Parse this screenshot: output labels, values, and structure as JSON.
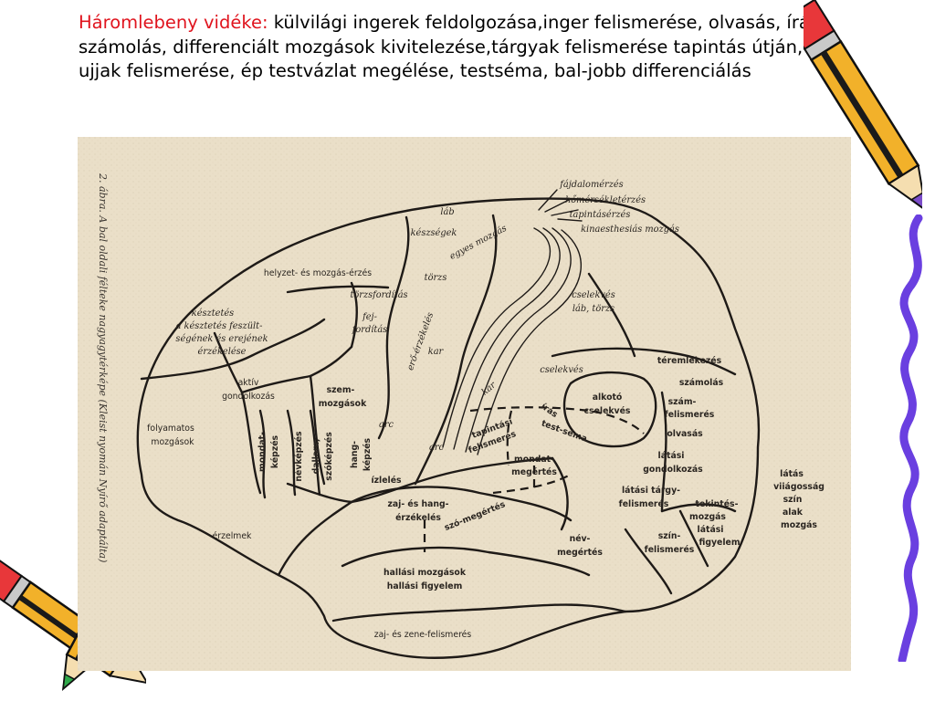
{
  "title": {
    "highlight": "Háromlebeny vidéke:",
    "text": " külvilági ingerek feldolgozása,inger felismerése, olvasás, írás, számolás, differenciált mozgások kivitelezése,tárgyak felismerése tapintás útján, ujjak felismerése, ép testvázlat megélése, testséma, bal-jobb differenciálás"
  },
  "figure": {
    "caption": "2. ábra. A bal oldali félteke nagyagytérképe (Kleist nyomán Nyírő adaptálta)",
    "labels": {
      "fajdalom": "fájdalomérzés",
      "homerseklet": "hőmérsékletérzés",
      "tapintas": "tapintásérzés",
      "kinaesth": "kinaesthesiás mozgás",
      "lab": "láb",
      "keszsegek": "készségek",
      "egyes_mozgas": "egyes mozgás",
      "helyzet": "helyzet- és mozgás-érzés",
      "torzs": "törzs",
      "torzsforditas": "törzsfordítás",
      "fej1": "fej-",
      "fej2": "fordítás",
      "kesztetes1": "késztetés",
      "kesztetes2": "a késztetés feszült-",
      "kesztetes3": "ségének és erejének",
      "kesztetes4": "érzékelése",
      "ero": "erő-érzékelés",
      "kar1": "kar",
      "cselekves_lab1": "cselekvés",
      "cselekves_lab2": "láb, törzs",
      "teremlek": "téremlékezés",
      "szamolas": "számolás",
      "aktiv1": "aktív",
      "aktiv2": "gondolkozás",
      "szem1": "szem-",
      "szem2": "mozgások",
      "cselekves2": "cselekvés",
      "kar2": "kar",
      "alkoto1": "alkotó",
      "alkoto2": "cselekvés",
      "szamfel1": "szám-",
      "szamfel2": "felismerés",
      "olvasas": "olvasás",
      "iras": "írás",
      "testsema": "test-séma",
      "folyamatos1": "folyamatos",
      "folyamatos2": "mozgások",
      "mondat1": "mondat-",
      "mondat2": "képzés",
      "nevkepzes": "névképzés",
      "dallam1": "dallam,",
      "dallam2": "szóképzés",
      "hang1": "hang-",
      "hang2": "képzés",
      "arc1": "arc",
      "arc2": "arc",
      "tapfel1": "tapintási",
      "tapfel2": "felismerés",
      "latasi_g1": "látási",
      "latasi_g2": "gondolkozás",
      "mondatmeg1": "mondat-",
      "mondatmeg2": "megértés",
      "izleles": "ízlelés",
      "latasi_t1": "látási tárgy-",
      "latasi_t2": "felismerés",
      "zaj1": "zaj- és hang-",
      "zaj2": "érzékelés",
      "tekintes1": "tekintés-",
      "tekintes2": "mozgás",
      "tekintes3": "látási",
      "tekintes4": "figyelem",
      "latas1": "látás",
      "latas2": "viiágosság",
      "latas3": "szín",
      "latas4": "alak",
      "latas5": "mozgás",
      "szomeg": "szó-megértés",
      "erzelmek": "érzelmek",
      "nevmeg1": "név-",
      "nevmeg2": "megértés",
      "szin1": "szín-",
      "szin2": "felismerés",
      "hallasi1": "hallási mozgások",
      "hallasi2": "hallási figyelem",
      "zenefel": "zaj- és zene-felismerés"
    }
  },
  "colors": {
    "highlight": "#e0141e",
    "paper": "#eadfc8",
    "ink": "#1e1a17",
    "pencil_body": "#f2b12a",
    "pencil_stripe": "#1a1a1a",
    "pencil_eraser": "#e8373a",
    "pencil_tip": "#7b4cc9",
    "squiggle": "#6a3fe0"
  },
  "icons": [
    "pencil-icon",
    "pencil-icon",
    "pencil-icon",
    "squiggle-icon"
  ]
}
